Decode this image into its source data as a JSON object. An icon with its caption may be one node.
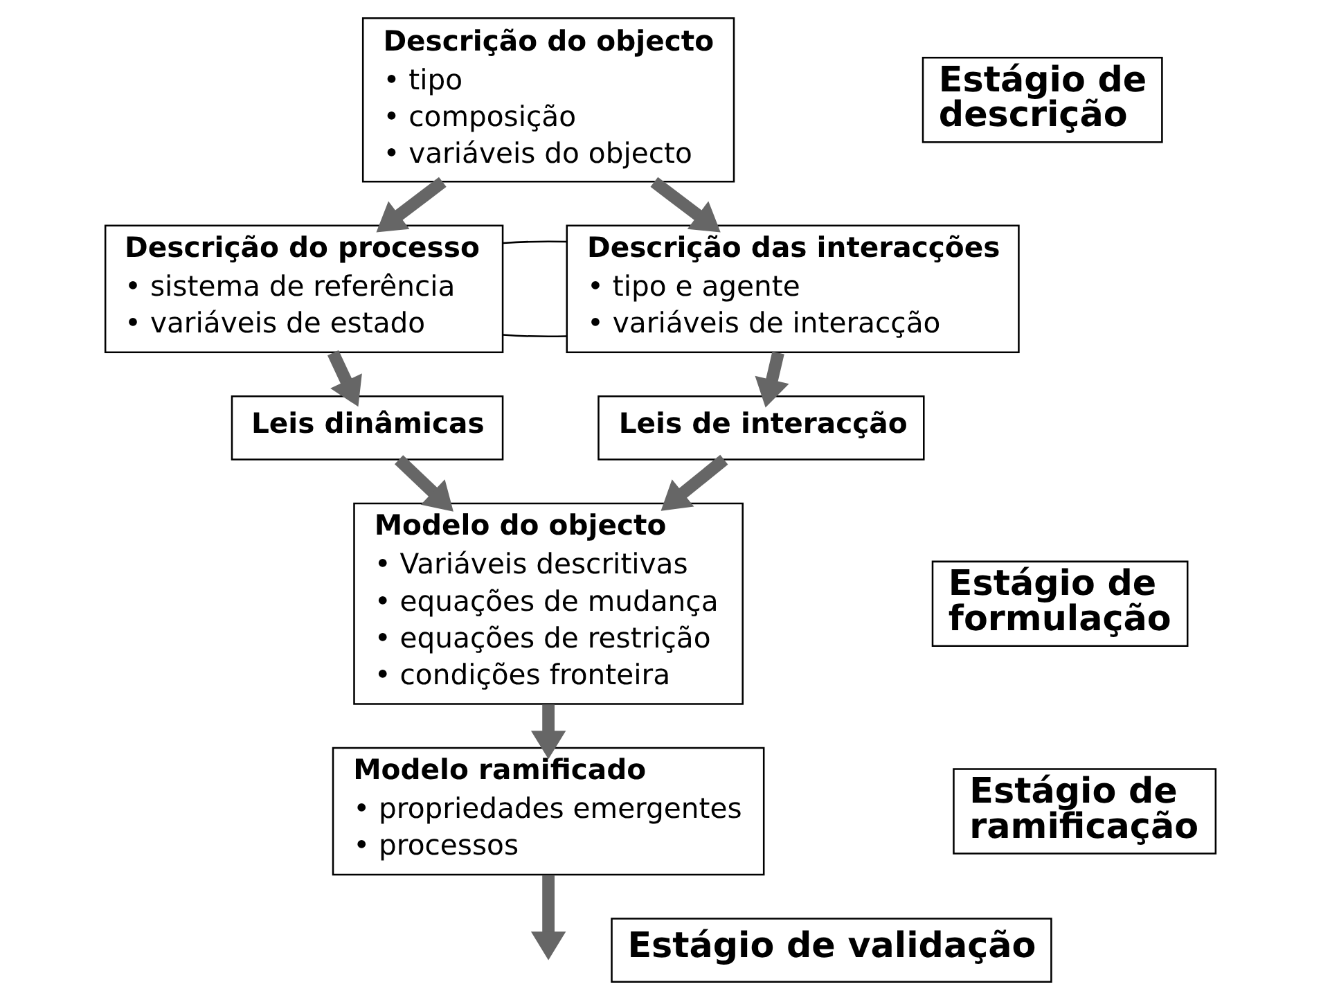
{
  "diagram": {
    "nodes": [
      {
        "text": [
          "Descrição do objecto",
          "• tipo",
          "• composição",
          "• variáveis do objecto"
        ]
      },
      {
        "text": [
          "Descrição do processo",
          "• sistema de referência",
          "• variáveis de estado"
        ]
      },
      {
        "text": [
          "Descrição das interacções",
          "• tipo e agente",
          "• variáveis de interacção"
        ]
      },
      {
        "text": [
          "Leis dinâmicas"
        ]
      },
      {
        "text": [
          "Leis de interacção"
        ]
      },
      {
        "text": [
          "Modelo do objecto",
          "• Variáveis descritivas",
          "• equações de mudança",
          "• equações de restrição",
          "• condições fronteira"
        ]
      },
      {
        "text": [
          "Modelo ramificado",
          "• propriedades emergentes",
          "• processos"
        ]
      },
      {
        "text": [
          "Estágio de descrição"
        ]
      },
      {
        "text": [
          "Estágio de formulação"
        ]
      },
      {
        "text": [
          "Estágio de ramificação"
        ]
      },
      {
        "text": [
          "Estágio de validação"
        ]
      }
    ],
    "edges": [
      {
        "from": 0,
        "to": 1,
        "arrow": "to"
      },
      {
        "from": 0,
        "to": 2,
        "arrow": "to"
      },
      {
        "from": 1,
        "to": 2,
        "arrow": "none",
        "color": "#000000"
      },
      {
        "from": 1,
        "to": 2,
        "arrow": "none",
        "color": "#000000"
      },
      {
        "from": 1,
        "to": 3,
        "arrow": "to"
      },
      {
        "from": 2,
        "to": 4,
        "arrow": "to"
      },
      {
        "from": 3,
        "to": 5,
        "arrow": "to"
      },
      {
        "from": 4,
        "to": 5,
        "arrow": "to"
      },
      {
        "from": 5,
        "to": 6,
        "arrow": "to"
      },
      {
        "from": 6,
        "to": null,
        "arrow": "to"
      }
    ]
  }
}
